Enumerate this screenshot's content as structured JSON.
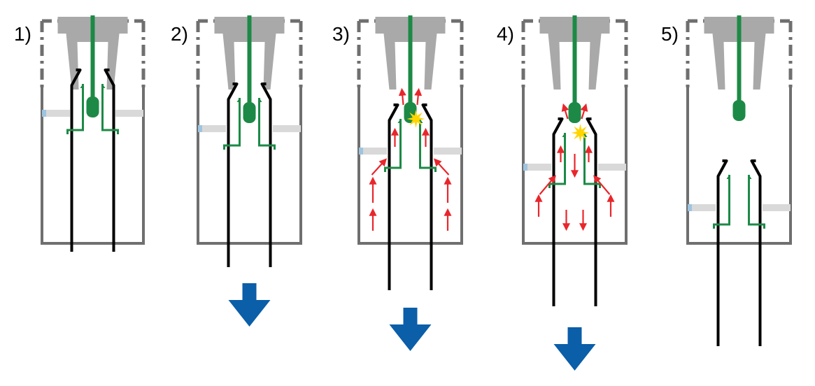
{
  "steps": [
    {
      "label": "1)",
      "phase": "rest",
      "push_arrow": false,
      "flow_arrows": "none",
      "spark": false
    },
    {
      "label": "2)",
      "phase": "engaged",
      "push_arrow": true,
      "flow_arrows": "none",
      "spark": false
    },
    {
      "label": "3)",
      "phase": "opening",
      "push_arrow": true,
      "flow_arrows": "inflow",
      "spark": true
    },
    {
      "label": "4)",
      "phase": "venting",
      "push_arrow": true,
      "flow_arrows": "mixed",
      "spark": true
    },
    {
      "label": "5)",
      "phase": "separated",
      "push_arrow": false,
      "flow_arrows": "none",
      "spark": false
    }
  ],
  "colors": {
    "housing": "#6f6f6f",
    "cap": "#a9a9a9",
    "rod": "#1c8a46",
    "sleeve": "#000000",
    "plate": "#d9d9d9",
    "plate_tip": "#9ec4e0",
    "flow_arrow": "#e8262b",
    "push_arrow": "#0b5ea8",
    "spark": "#ffd500"
  }
}
